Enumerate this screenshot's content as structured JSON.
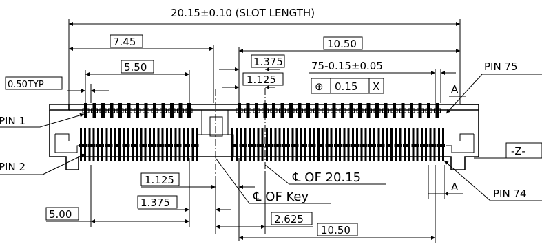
{
  "dimensions": {
    "slot_length": "20.15±0.10 (SLOT LENGTH)",
    "d_7_45": "7.45",
    "d_5_50": "5.50",
    "d_10_50_top": "10.50",
    "d_1_375_top": "1.375",
    "d_1_125_top": "1.125",
    "d_pin75_pos": "75-0.15±0.05",
    "pitch_typ": "0.50TYP",
    "d_1_125_bottom": "1.125",
    "d_1_375_bottom": "1.375",
    "d_5_00": "5.00",
    "d_2_625": "2.625",
    "d_10_50_bottom": "10.50"
  },
  "tolerance_frame": {
    "symbol": "⊕",
    "value": "0.15",
    "datum": "X"
  },
  "labels": {
    "pin1": "PIN 1",
    "pin2": "PIN 2",
    "pin74": "PIN 74",
    "pin75": "PIN 75",
    "datum_a_top": "A",
    "datum_a_bottom": "A",
    "datum_z": "-Z-"
  },
  "centerlines": {
    "slot": "℄ OF 20.15",
    "key": "℄ OF Key"
  }
}
